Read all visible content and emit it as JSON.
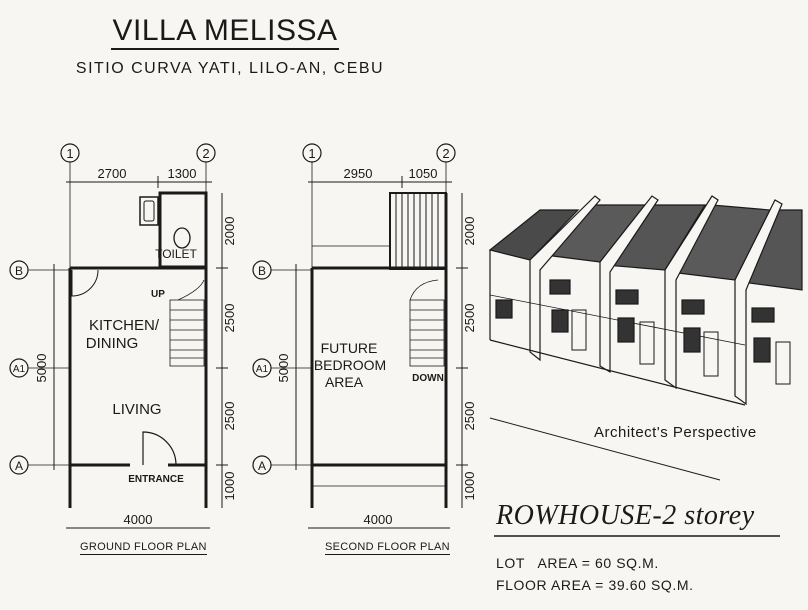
{
  "header": {
    "title": "VILLA MELISSA",
    "subtitle": "SITIO CURVA YATI, LILO-AN, CEBU"
  },
  "ground_plan": {
    "label": "GROUND FLOOR PLAN",
    "grid_top": [
      "1",
      "2"
    ],
    "grid_left": [
      "B",
      "A1",
      "A"
    ],
    "dims_top": [
      "2700",
      "1300"
    ],
    "dims_right": [
      "2000",
      "2500",
      "2500",
      "1000"
    ],
    "dim_left": "5000",
    "dim_bottom": "4000",
    "rooms": {
      "toilet": "TOILET",
      "kitchen_line1": "KITCHEN/",
      "kitchen_line2": "DINING",
      "living": "LIVING",
      "up": "UP",
      "entrance": "ENTRANCE"
    }
  },
  "second_plan": {
    "label": "SECOND FLOOR PLAN",
    "grid_top": [
      "1",
      "2"
    ],
    "grid_left": [
      "B",
      "A1",
      "A"
    ],
    "dims_top": [
      "2950",
      "1050"
    ],
    "dims_right": [
      "2000",
      "2500",
      "2500",
      "1000"
    ],
    "dim_left": "5000",
    "dim_bottom": "4000",
    "rooms": {
      "bedroom_line1": "FUTURE",
      "bedroom_line2": "BEDROOM",
      "bedroom_line3": "AREA",
      "down": "DOWN"
    }
  },
  "perspective": {
    "caption": "Architect's Perspective"
  },
  "info": {
    "heading": "ROWHOUSE-2 storey",
    "lot_area": "LOT   AREA = 60 SQ.M.",
    "floor_area": "FLOOR AREA = 39.60 SQ.M."
  }
}
